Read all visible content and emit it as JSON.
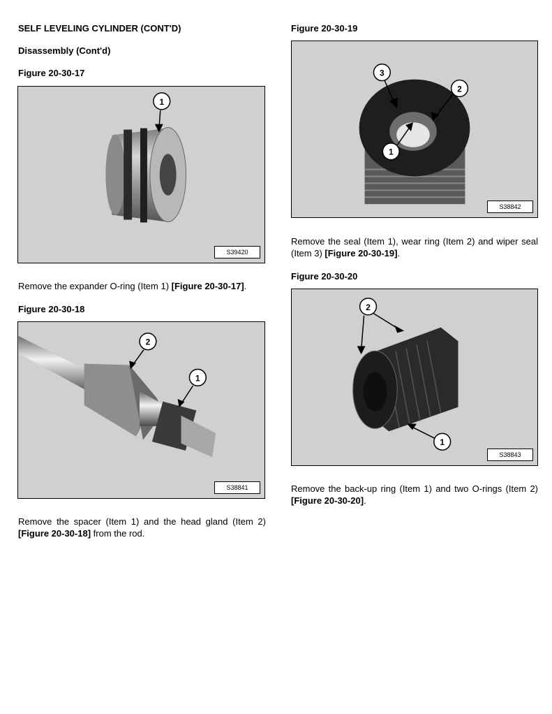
{
  "header": {
    "section": "SELF LEVELING CYLINDER (CONT'D)",
    "subsection": "Disassembly (Cont'd)"
  },
  "figures": [
    {
      "title": "Figure 20-30-17",
      "code": "S39420",
      "callouts": [
        "1"
      ],
      "text_before": "Remove the expander O-ring (Item 1) ",
      "text_ref": "[Figure 20-30-17]",
      "text_after": "."
    },
    {
      "title": "Figure 20-30-18",
      "code": "S38841",
      "callouts": [
        "1",
        "2"
      ],
      "text_before": "Remove the spacer (Item 1) and the head gland (Item 2) ",
      "text_ref": "[Figure 20-30-18]",
      "text_after": " from the rod."
    },
    {
      "title": "Figure 20-30-19",
      "code": "S38842",
      "callouts": [
        "1",
        "2",
        "3"
      ],
      "text_before": "Remove the seal (Item 1), wear ring (Item 2) and wiper seal (Item 3) ",
      "text_ref": "[Figure 20-30-19]",
      "text_after": "."
    },
    {
      "title": "Figure 20-30-20",
      "code": "S38843",
      "callouts": [
        "1",
        "2"
      ],
      "text_before": "Remove the back-up ring (Item 1) and two O-rings (Item 2) ",
      "text_ref": "[Figure 20-30-20]",
      "text_after": "."
    }
  ]
}
